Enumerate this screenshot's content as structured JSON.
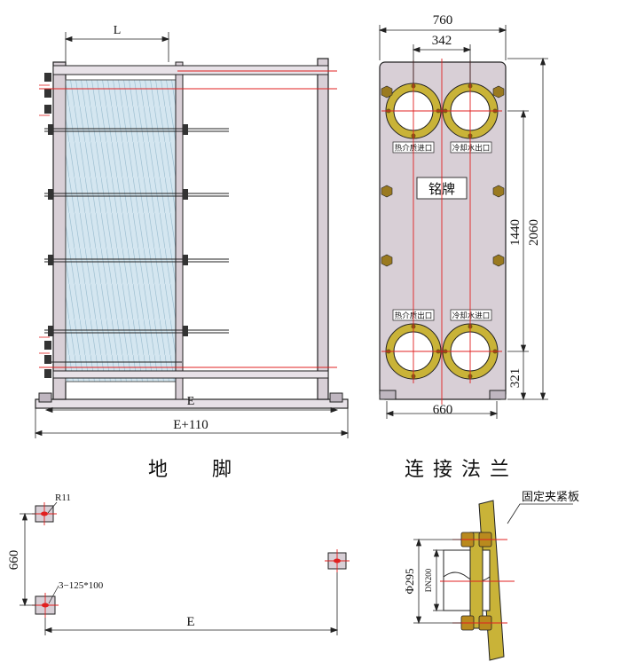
{
  "front_view": {
    "dim_L": "L",
    "dim_E": "E",
    "dim_E110": "E+110"
  },
  "side_view": {
    "dim_760": "760",
    "dim_342": "342",
    "dim_660": "660",
    "dim_1440": "1440",
    "dim_2060": "2060",
    "dim_321": "321",
    "port_hot_in": "热介质进口",
    "port_cool_out": "冷却水出口",
    "port_hot_out": "热介质出口",
    "port_cool_in": "冷却水进口",
    "nameplate": "铭牌"
  },
  "section_titles": {
    "foot": "地　　脚",
    "flange": "连接法兰"
  },
  "foot_plan": {
    "dim_r11": "R11",
    "dim_660": "660",
    "dim_holes": "3−125*100",
    "dim_E": "E"
  },
  "flange_detail": {
    "label_plate": "固定夹紧板",
    "dim_phi": "Φ295",
    "dim_dn": "DN200"
  },
  "colors": {
    "frame_fill": "#d8cfd6",
    "line": "#222222",
    "plates": "#cfe3ee",
    "plate_line": "#8fb4c9",
    "red": "#e02020",
    "flange_fill": "#c9b338",
    "bolt": "#b98a1e"
  }
}
